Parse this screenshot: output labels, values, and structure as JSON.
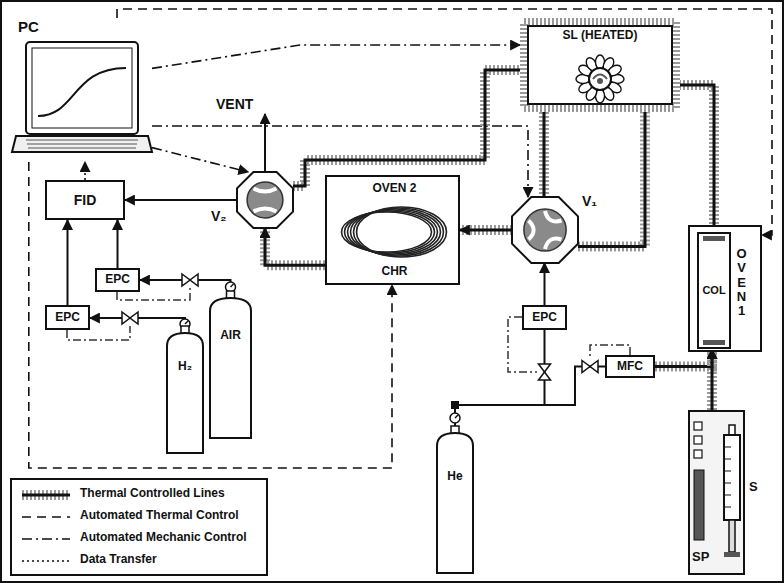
{
  "diagram": {
    "nodes": [
      {
        "text": [
          "PC"
        ]
      },
      {
        "text": [
          "SL (HEATED)"
        ]
      },
      {
        "text": [
          "V₂"
        ]
      },
      {
        "text": [
          "V₁"
        ]
      },
      {
        "text": [
          "FID"
        ]
      },
      {
        "text": [
          "OVEN 2",
          "CHR"
        ]
      },
      {
        "text": [
          "OVEN 1"
        ]
      },
      {
        "text": [
          "COL"
        ],
        "in": 6
      },
      {
        "text": [
          "EPC"
        ]
      },
      {
        "text": [
          "EPC"
        ]
      },
      {
        "text": [
          "AIR"
        ]
      },
      {
        "text": [
          "H₂"
        ]
      },
      {
        "text": [
          "EPC"
        ]
      },
      {
        "text": [
          "MFC"
        ]
      },
      {
        "text": [
          "He"
        ]
      },
      {
        "text": [
          "SP"
        ]
      },
      {
        "text": [
          "S"
        ],
        "in": 15
      }
    ],
    "edges": [
      {
        "from": 2,
        "to": 4,
        "arrow": "to"
      },
      {
        "from": 8,
        "to": 4,
        "arrow": "to"
      },
      {
        "from": 9,
        "to": 4,
        "arrow": "to"
      },
      {
        "from": 10,
        "to": 8,
        "arrow": "to"
      },
      {
        "from": 11,
        "to": 9,
        "arrow": "to"
      },
      {
        "from": 4,
        "to": 0,
        "arrow": "to"
      },
      {
        "from": 0,
        "to": 2,
        "arrow": "to"
      },
      {
        "from": 0,
        "to": 1,
        "arrow": "to"
      },
      {
        "from": 0,
        "to": 3,
        "arrow": "to"
      },
      {
        "from": 0,
        "to": 6,
        "arrow": "to"
      },
      {
        "from": 0,
        "to": 5,
        "arrow": "to"
      },
      {
        "from": 5,
        "to": 2,
        "arrow": "to"
      },
      {
        "from": 3,
        "to": 5,
        "arrow": "to"
      },
      {
        "from": 12,
        "to": 3,
        "arrow": "to"
      },
      {
        "from": 14,
        "to": 12,
        "arrow": "none"
      },
      {
        "from": 14,
        "to": 13,
        "arrow": "none"
      },
      {
        "from": 13,
        "to": 7,
        "arrow": "to"
      },
      {
        "from": 15,
        "to": 7,
        "arrow": "to"
      },
      {
        "from": 1,
        "to": 3,
        "arrow": "none"
      },
      {
        "from": 2,
        "to": 1,
        "arrow": "none"
      },
      {
        "from": 7,
        "to": 1,
        "arrow": "none"
      },
      {
        "from": 3,
        "to": 1,
        "arrow": "none"
      }
    ],
    "labels": [
      "VENT"
    ],
    "legend": [
      {
        "text": "Thermal Controlled Lines"
      },
      {
        "text": "Automated Thermal Control"
      },
      {
        "text": "Automated Mechanic Control"
      },
      {
        "text": "Data Transfer"
      }
    ]
  }
}
